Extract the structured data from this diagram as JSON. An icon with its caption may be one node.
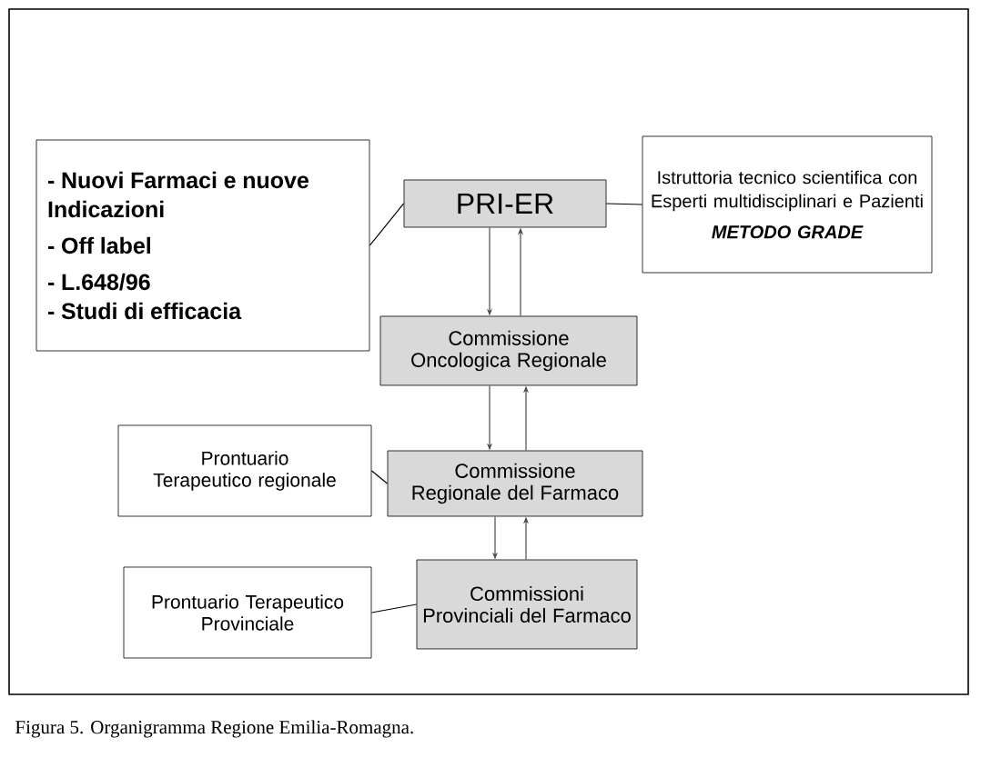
{
  "diagram": {
    "caption": "Figura 5. Organigramma Regione Emilia-Romagna.",
    "nodes": [
      {
        "text": [
          "- Nuovi Farmaci e nuove Indicazioni",
          "- Off label",
          "- L.648/96",
          "- Studi di efficacia"
        ]
      },
      {
        "text": [
          "PRI-ER"
        ]
      },
      {
        "text": [
          "Istruttoria tecnico scientifica con Esperti multidisciplinari e Pazienti",
          "METODO GRADE"
        ]
      },
      {
        "text": [
          "Commissione Oncologica Regionale"
        ]
      },
      {
        "text": [
          "Prontuario Terapeutico regionale"
        ]
      },
      {
        "text": [
          "Commissione Regionale del Farmaco"
        ]
      },
      {
        "text": [
          "Prontuario Terapeutico Provinciale"
        ]
      },
      {
        "text": [
          "Commissioni Provinciali del Farmaco"
        ]
      }
    ],
    "edges": [
      {
        "from": 0,
        "to": 1,
        "arrow": "none"
      },
      {
        "from": 1,
        "to": 2,
        "arrow": "none"
      },
      {
        "from": 1,
        "to": 3,
        "arrow": "to"
      },
      {
        "from": 3,
        "to": 1,
        "arrow": "to"
      },
      {
        "from": 3,
        "to": 5,
        "arrow": "to"
      },
      {
        "from": 5,
        "to": 3,
        "arrow": "to"
      },
      {
        "from": 4,
        "to": 5,
        "arrow": "none"
      },
      {
        "from": 5,
        "to": 7,
        "arrow": "to"
      },
      {
        "from": 7,
        "to": 5,
        "arrow": "to"
      },
      {
        "from": 6,
        "to": 7,
        "arrow": "none"
      }
    ]
  }
}
